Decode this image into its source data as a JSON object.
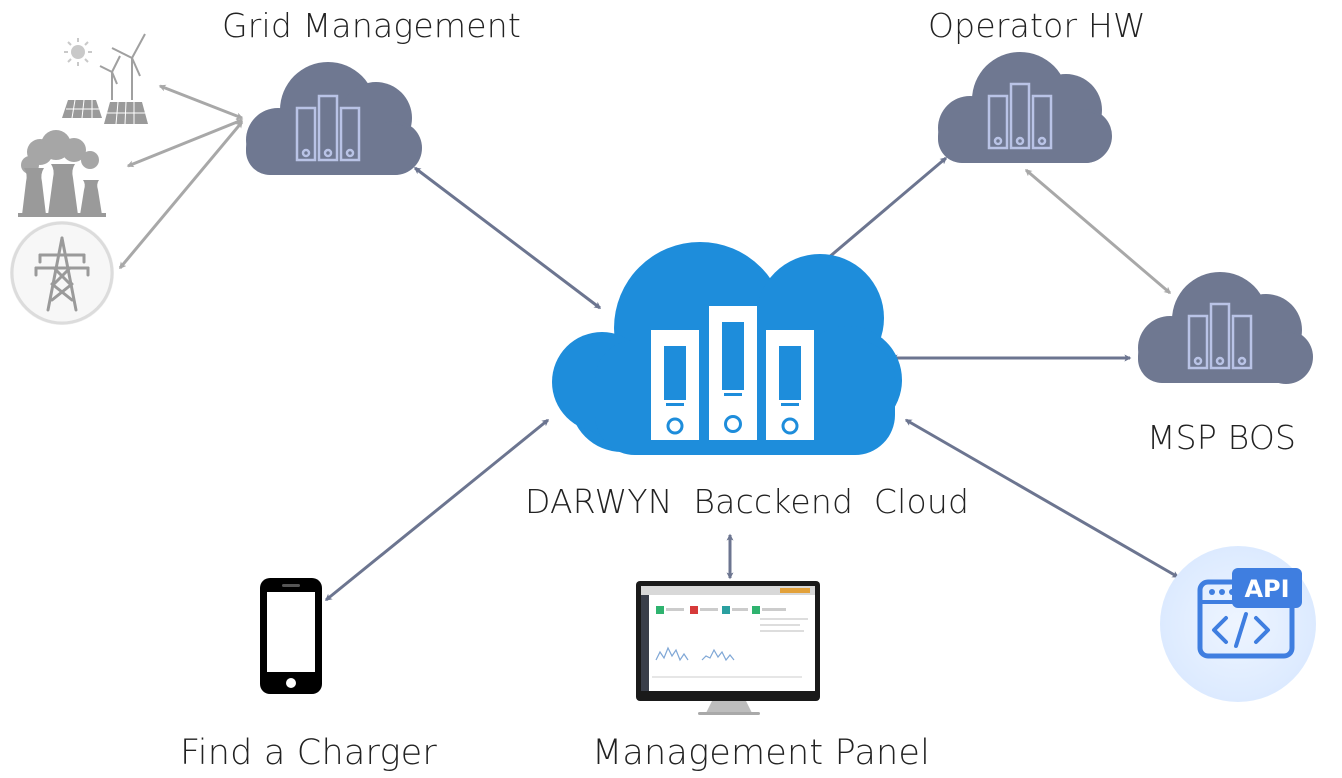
{
  "labels": {
    "grid_management": "Grid Management",
    "operator_hw": "Operator HW",
    "msp_bos": "MSP BOS",
    "backend_cloud": "DARWYN  Bacckend  Cloud",
    "find_charger": "Find a Charger",
    "management_panel": "Management Panel"
  },
  "api_badge": "API",
  "colors": {
    "main_cloud": "#1e8ddb",
    "gray_cloud": "#6f7891",
    "server_light": "#b9c3e6",
    "arrow_dark": "#6c7590",
    "arrow_light": "#a8a8a8",
    "energy_gray": "#9e9e9e",
    "api_blue": "#3f7ee0",
    "api_bg": "#e3efff"
  },
  "icons": {
    "main": "cloud-server-icon",
    "grid": "cloud-server-icon",
    "operator": "cloud-server-icon",
    "msp": "cloud-server-icon",
    "energy_sources": [
      "solar-wind-icon",
      "power-plant-icon",
      "transmission-tower-icon"
    ],
    "phone": "smartphone-icon",
    "monitor": "monitor-dashboard-icon",
    "api": "api-code-icon"
  }
}
